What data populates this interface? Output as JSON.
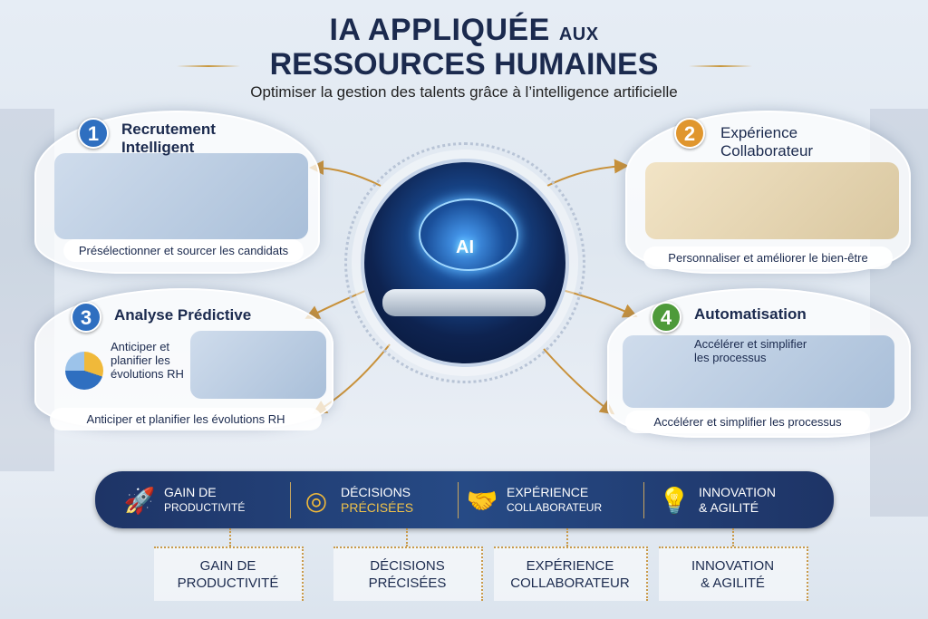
{
  "header": {
    "title_line1": "IA APPLIQUÉE",
    "title_aux": "aux",
    "title_line2": "RESSOURCES HUMAINES",
    "subtitle": "Optimiser la gestion des talents grâce à l’intelligence artificielle"
  },
  "center": {
    "label": "AI"
  },
  "cards": [
    {
      "number": "1",
      "title": "Recrutement Intelligent",
      "caption": "Présélectionner et sourcer les candidats",
      "color": "#2f6fc0"
    },
    {
      "number": "2",
      "title": "Expérience Collaborateur",
      "caption": "Personnaliser et améliorer le bien-être",
      "color": "#e0962e"
    },
    {
      "number": "3",
      "title": "Analyse Prédictive",
      "inner_text": "Anticiper et planifier les évolutions RH",
      "caption": "Anticiper et planifier les évolutions RH",
      "color": "#2f6fc0"
    },
    {
      "number": "4",
      "title": "Automatisation",
      "inner_text": "Accélérer et simplifier les processus",
      "caption": "Accélérer et simplifier les processus",
      "color": "#4e9a3a"
    }
  ],
  "banner": [
    {
      "icon": "rocket-icon",
      "line1": "Gain de",
      "line2": "Productivité"
    },
    {
      "icon": "target-icon",
      "line1": "Décisions",
      "line2": "Précisées"
    },
    {
      "icon": "handshake-icon",
      "line1": "Expérience",
      "line2": "Collaborateur"
    },
    {
      "icon": "lightbulb-icon",
      "line1": "Innovation",
      "line2": "& Agilité"
    }
  ],
  "benefits": [
    {
      "line1": "Gain de",
      "line2": "Productivité"
    },
    {
      "line1": "Décisions",
      "line2": "Précisées"
    },
    {
      "line1": "Expérience",
      "line2": "Collaborateur"
    },
    {
      "line1": "Innovation",
      "line2": "& Agilité"
    }
  ]
}
